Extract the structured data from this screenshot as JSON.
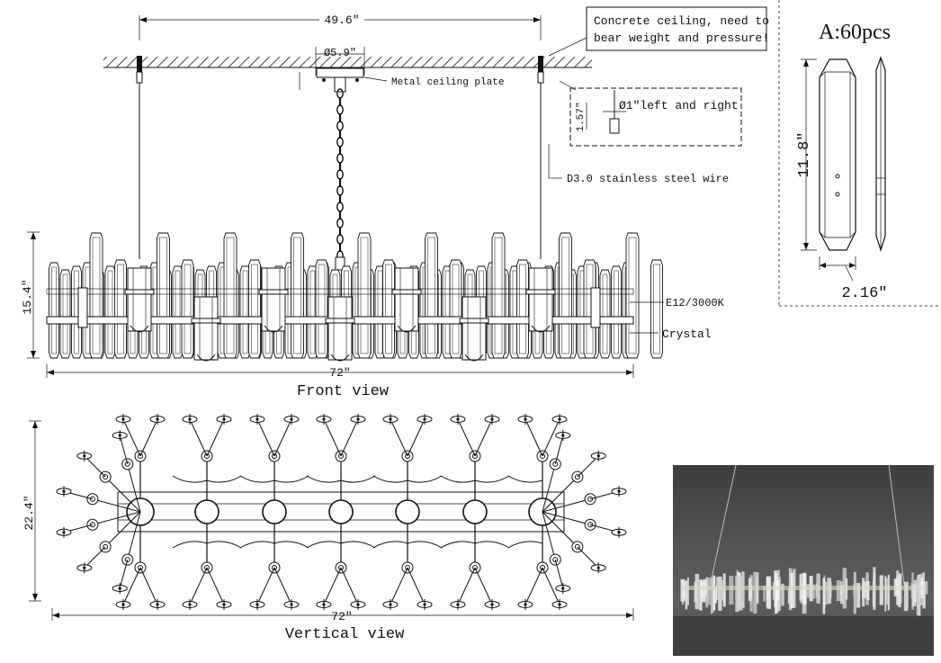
{
  "front_view": {
    "caption": "Front view",
    "dim_top": "49.6″",
    "dim_plate": "Ø5.9″",
    "dim_height": "15.4″",
    "dim_width": "72″",
    "note_ceiling_line1": "Concrete ceiling, need to",
    "note_ceiling_line2": "bear weight and pressure!",
    "label_plate": "Metal ceiling plate",
    "label_wire": "D3.0 stainless steel wire",
    "label_bulb": "E12/3000K",
    "label_crystal": "Crystal",
    "detail_dim_vertical": "1.57″",
    "detail_dim_label": "Ø1″left and right"
  },
  "crystal_detail": {
    "title": "A:60pcs",
    "dim_height": "11.8″",
    "dim_width": "2.16″"
  },
  "vertical_view": {
    "caption": "Vertical view",
    "dim_height": "22.4″",
    "dim_width": "72″"
  }
}
